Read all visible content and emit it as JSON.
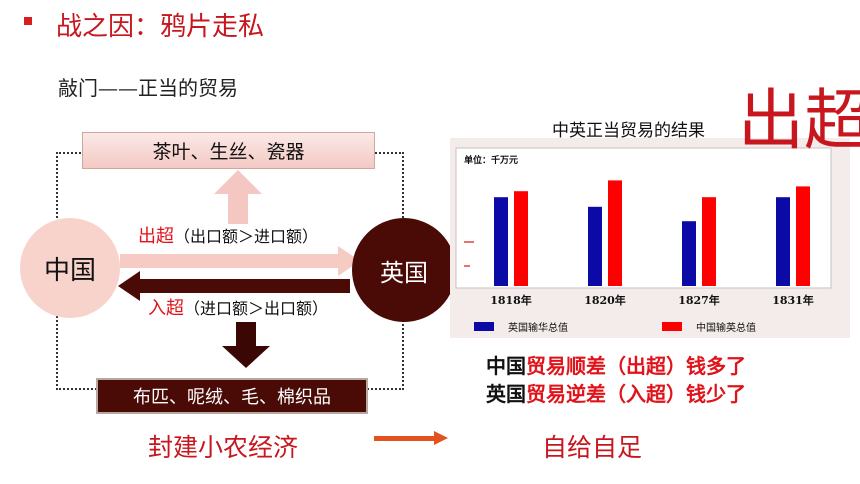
{
  "header": {
    "title": "战之因：鸦片走私",
    "subtitle": "敲门——正当的贸易"
  },
  "diagram": {
    "top_goods": "茶叶、生丝、瓷器",
    "china": "中国",
    "britain": "英国",
    "export_key": "出超",
    "export_note": "（出口额＞进口额）",
    "import_key": "入超",
    "import_note": "（进口额＞出口额）",
    "bottom_goods": "布匹、呢绒、毛、棉织品",
    "economy": "封建小农经济",
    "self_sufficient": "自给自足"
  },
  "chart_title": "中英正当贸易的结果",
  "chart_stamp": "出超",
  "chart_data": {
    "type": "bar",
    "unit_label": "单位：千万元",
    "categories": [
      "1818年",
      "1820年",
      "1827年",
      "1831年"
    ],
    "series": [
      {
        "name": "英国输华总值",
        "color": "#0b0aa6",
        "values": [
          0.74,
          0.66,
          0.54,
          0.74
        ]
      },
      {
        "name": "中国输英总值",
        "color": "#ff0000",
        "values": [
          0.79,
          0.88,
          0.74,
          0.83
        ]
      }
    ],
    "ylim": [
      0,
      1
    ]
  },
  "result": {
    "line1": {
      "a": "中国",
      "b": "贸易顺差（出超）",
      "c": "钱多了"
    },
    "line2": {
      "a": "英国",
      "b": "贸易逆差（入超）",
      "c": "钱少了"
    }
  }
}
